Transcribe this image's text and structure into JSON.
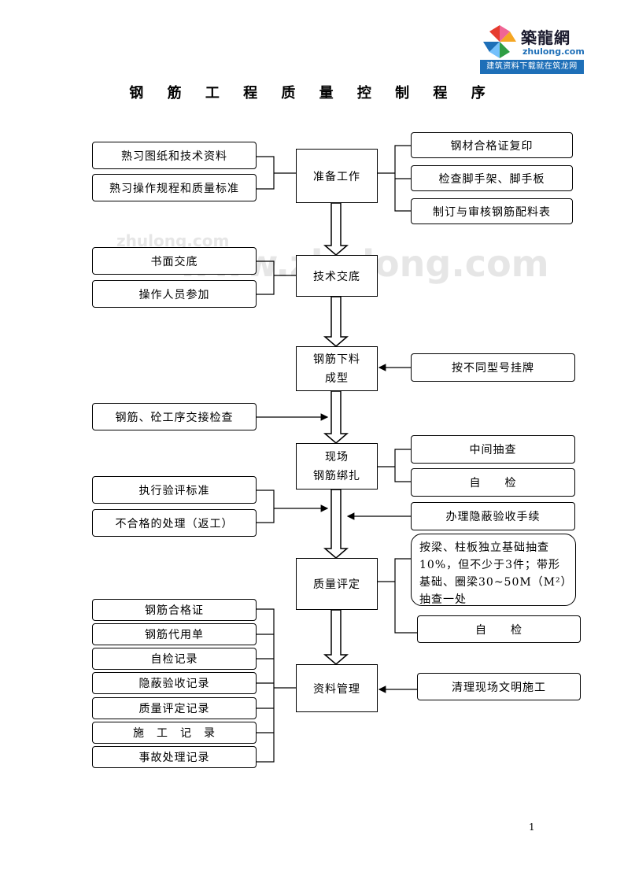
{
  "logo": {
    "name": "築龍網",
    "domain": "zhulong.com",
    "slogan": "建筑资料下载就在筑龙网"
  },
  "watermark": {
    "small": "zhulong.com",
    "large": "www.zhulong.com"
  },
  "title": "钢 筋 工 程 质 量 控 制 程 序",
  "main_steps": {
    "prepare": "准备工作",
    "briefing": "技术交底",
    "cutting_line1": "钢筋下料",
    "cutting_line2": "成型",
    "binding_line1": "现场",
    "binding_line2": "钢筋绑扎",
    "assessment": "质量评定",
    "records": "资料管理"
  },
  "left_inputs": {
    "study_drawings": "熟习图纸和技术资料",
    "study_rules": "熟习操作规程和质量标准",
    "written_briefing": "书面交底",
    "staff_attend": "操作人员参加",
    "handover_check": "钢筋、砼工序交接检查",
    "standard": "执行验评标准",
    "rework": "不合格的处理（返工）"
  },
  "right_inputs": {
    "certificate_copy": "钢材合格证复印",
    "scaffold_check": "检查脚手架、脚手板",
    "schedule_review": "制订与审核钢筋配料表",
    "tag": "按不同型号挂牌",
    "midway_check": "中间抽查",
    "self_check_1": "自　　检",
    "concealed_acceptance": "办理隐蔽验收手续",
    "sampling_rule": "按梁、柱板独立基础抽查10%，但不少于3件；带形基础、圈梁30~50M（M²）抽查一处",
    "self_check_2": "自　　检",
    "site_cleanup": "清理现场文明施工"
  },
  "records_list": [
    "钢筋合格证",
    "钢筋代用单",
    "自检记录",
    "隐蔽验收记录",
    "质量评定记录",
    "施　工　记　录",
    "事故处理记录"
  ],
  "page_number": "1",
  "colors": {
    "line": "#000000",
    "arrow_fill": "#ffffff",
    "watermark": "#e6e6e6",
    "logo_blue": "#1e6fb8"
  }
}
